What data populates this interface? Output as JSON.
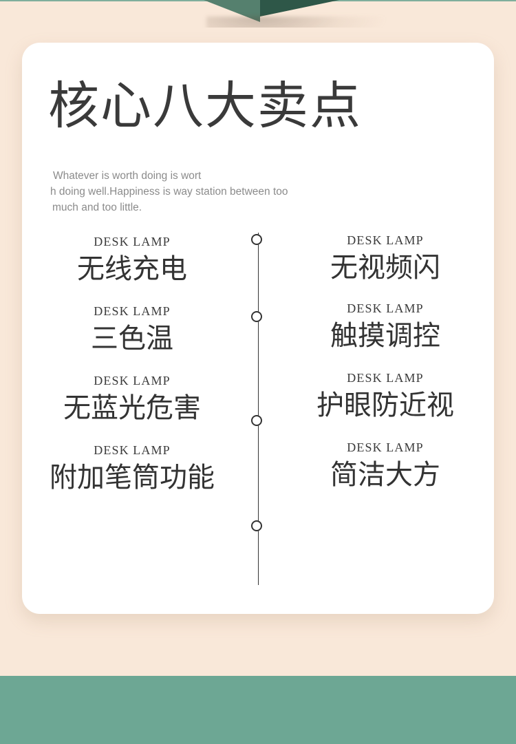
{
  "theme": {
    "page_background": "#f9e8d9",
    "card_background": "#ffffff",
    "band_green": "#6da794",
    "chevron_light_green": "#55806e",
    "chevron_dark_green": "#2e5748",
    "text_dark": "#333333",
    "text_muted": "#8b8b8b"
  },
  "header": {
    "title": "核心八大卖点",
    "subtitle_line1": "Whatever is worth doing is wort",
    "subtitle_line2": "h doing well.Happiness is way station between too",
    "subtitle_line3": " much and too little."
  },
  "features": {
    "left": [
      {
        "eyebrow": "DESK LAMP",
        "headline": "无线充电"
      },
      {
        "eyebrow": "DESK LAMP",
        "headline": "三色温"
      },
      {
        "eyebrow": "DESK LAMP",
        "headline": "无蓝光危害"
      },
      {
        "eyebrow": "DESK LAMP",
        "headline": "附加笔筒功能"
      }
    ],
    "right": [
      {
        "eyebrow": "DESK LAMP",
        "headline": "无视频闪"
      },
      {
        "eyebrow": "DESK LAMP",
        "headline": "触摸调控"
      },
      {
        "eyebrow": "DESK LAMP",
        "headline": "护眼防近视"
      },
      {
        "eyebrow": "DESK LAMP",
        "headline": "简洁大方"
      }
    ]
  },
  "timeline": {
    "node_count": 4
  }
}
